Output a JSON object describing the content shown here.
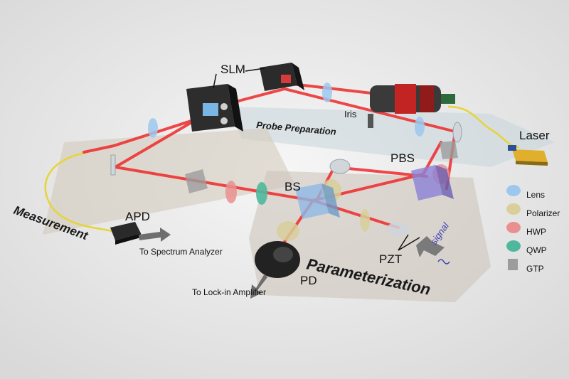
{
  "components": {
    "slm": "SLM",
    "iris": "Iris",
    "laser": "Laser",
    "pbs": "PBS",
    "bs": "BS",
    "apd": "APD",
    "pd": "PD",
    "pzt": "PZT"
  },
  "platforms": {
    "probe": "Probe Preparation",
    "measurement": "Measurement",
    "parameterization": "Parameterization"
  },
  "outputs": {
    "spectrum": "To Spectrum Analyzer",
    "lockin": "To Lock-in Amplifier"
  },
  "signal_label": "signal",
  "legend": [
    {
      "label": "Lens",
      "color": "#9cc8ee"
    },
    {
      "label": "Polarizer",
      "color": "#d8cf9a"
    },
    {
      "label": "HWP",
      "color": "#ea8f8f"
    },
    {
      "label": "QWP",
      "color": "#4fb89c"
    },
    {
      "label": "GTP",
      "color": "#9c9c9c"
    }
  ]
}
